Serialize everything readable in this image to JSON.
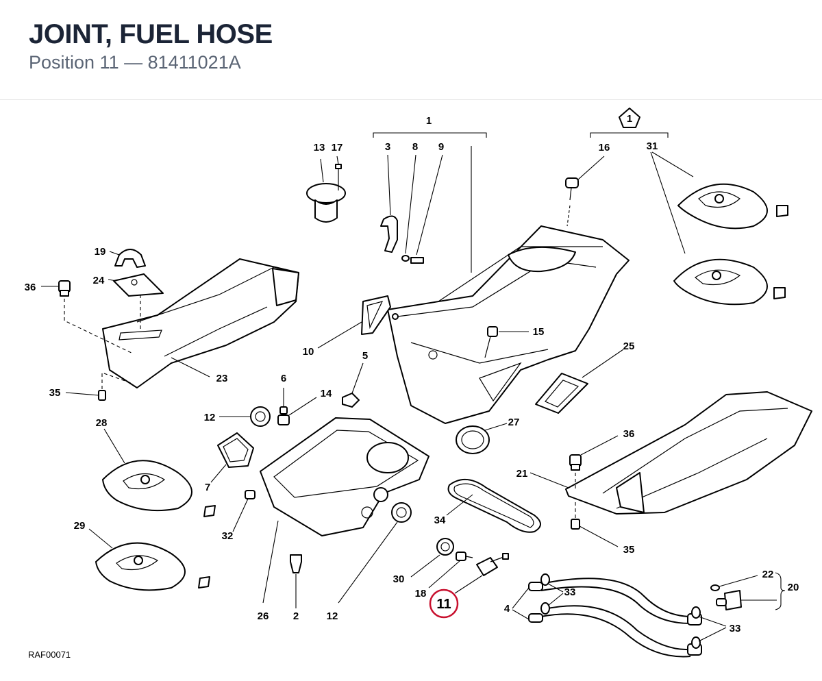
{
  "header": {
    "title": "JOINT, FUEL HOSE",
    "subtitle": "Position 11 — 81411021A"
  },
  "highlight": {
    "label": "11",
    "color": "#c8102e"
  },
  "callouts": {
    "c1": "1",
    "c1b": "1",
    "c2": "2",
    "c3": "3",
    "c4": "4",
    "c5": "5",
    "c6": "6",
    "c7": "7",
    "c8": "8",
    "c9": "9",
    "c10": "10",
    "c12a": "12",
    "c12b": "12",
    "c13": "13",
    "c14": "14",
    "c15": "15",
    "c16": "16",
    "c17": "17",
    "c18": "18",
    "c19": "19",
    "c20": "20",
    "c21": "21",
    "c22": "22",
    "c23": "23",
    "c24": "24",
    "c25": "25",
    "c26": "26",
    "c27": "27",
    "c28": "28",
    "c29": "29",
    "c30": "30",
    "c31": "31",
    "c32": "32",
    "c33a": "33",
    "c33b": "33",
    "c34": "34",
    "c35a": "35",
    "c35b": "35",
    "c36a": "36",
    "c36b": "36"
  },
  "drawing_code": "RAF00071"
}
